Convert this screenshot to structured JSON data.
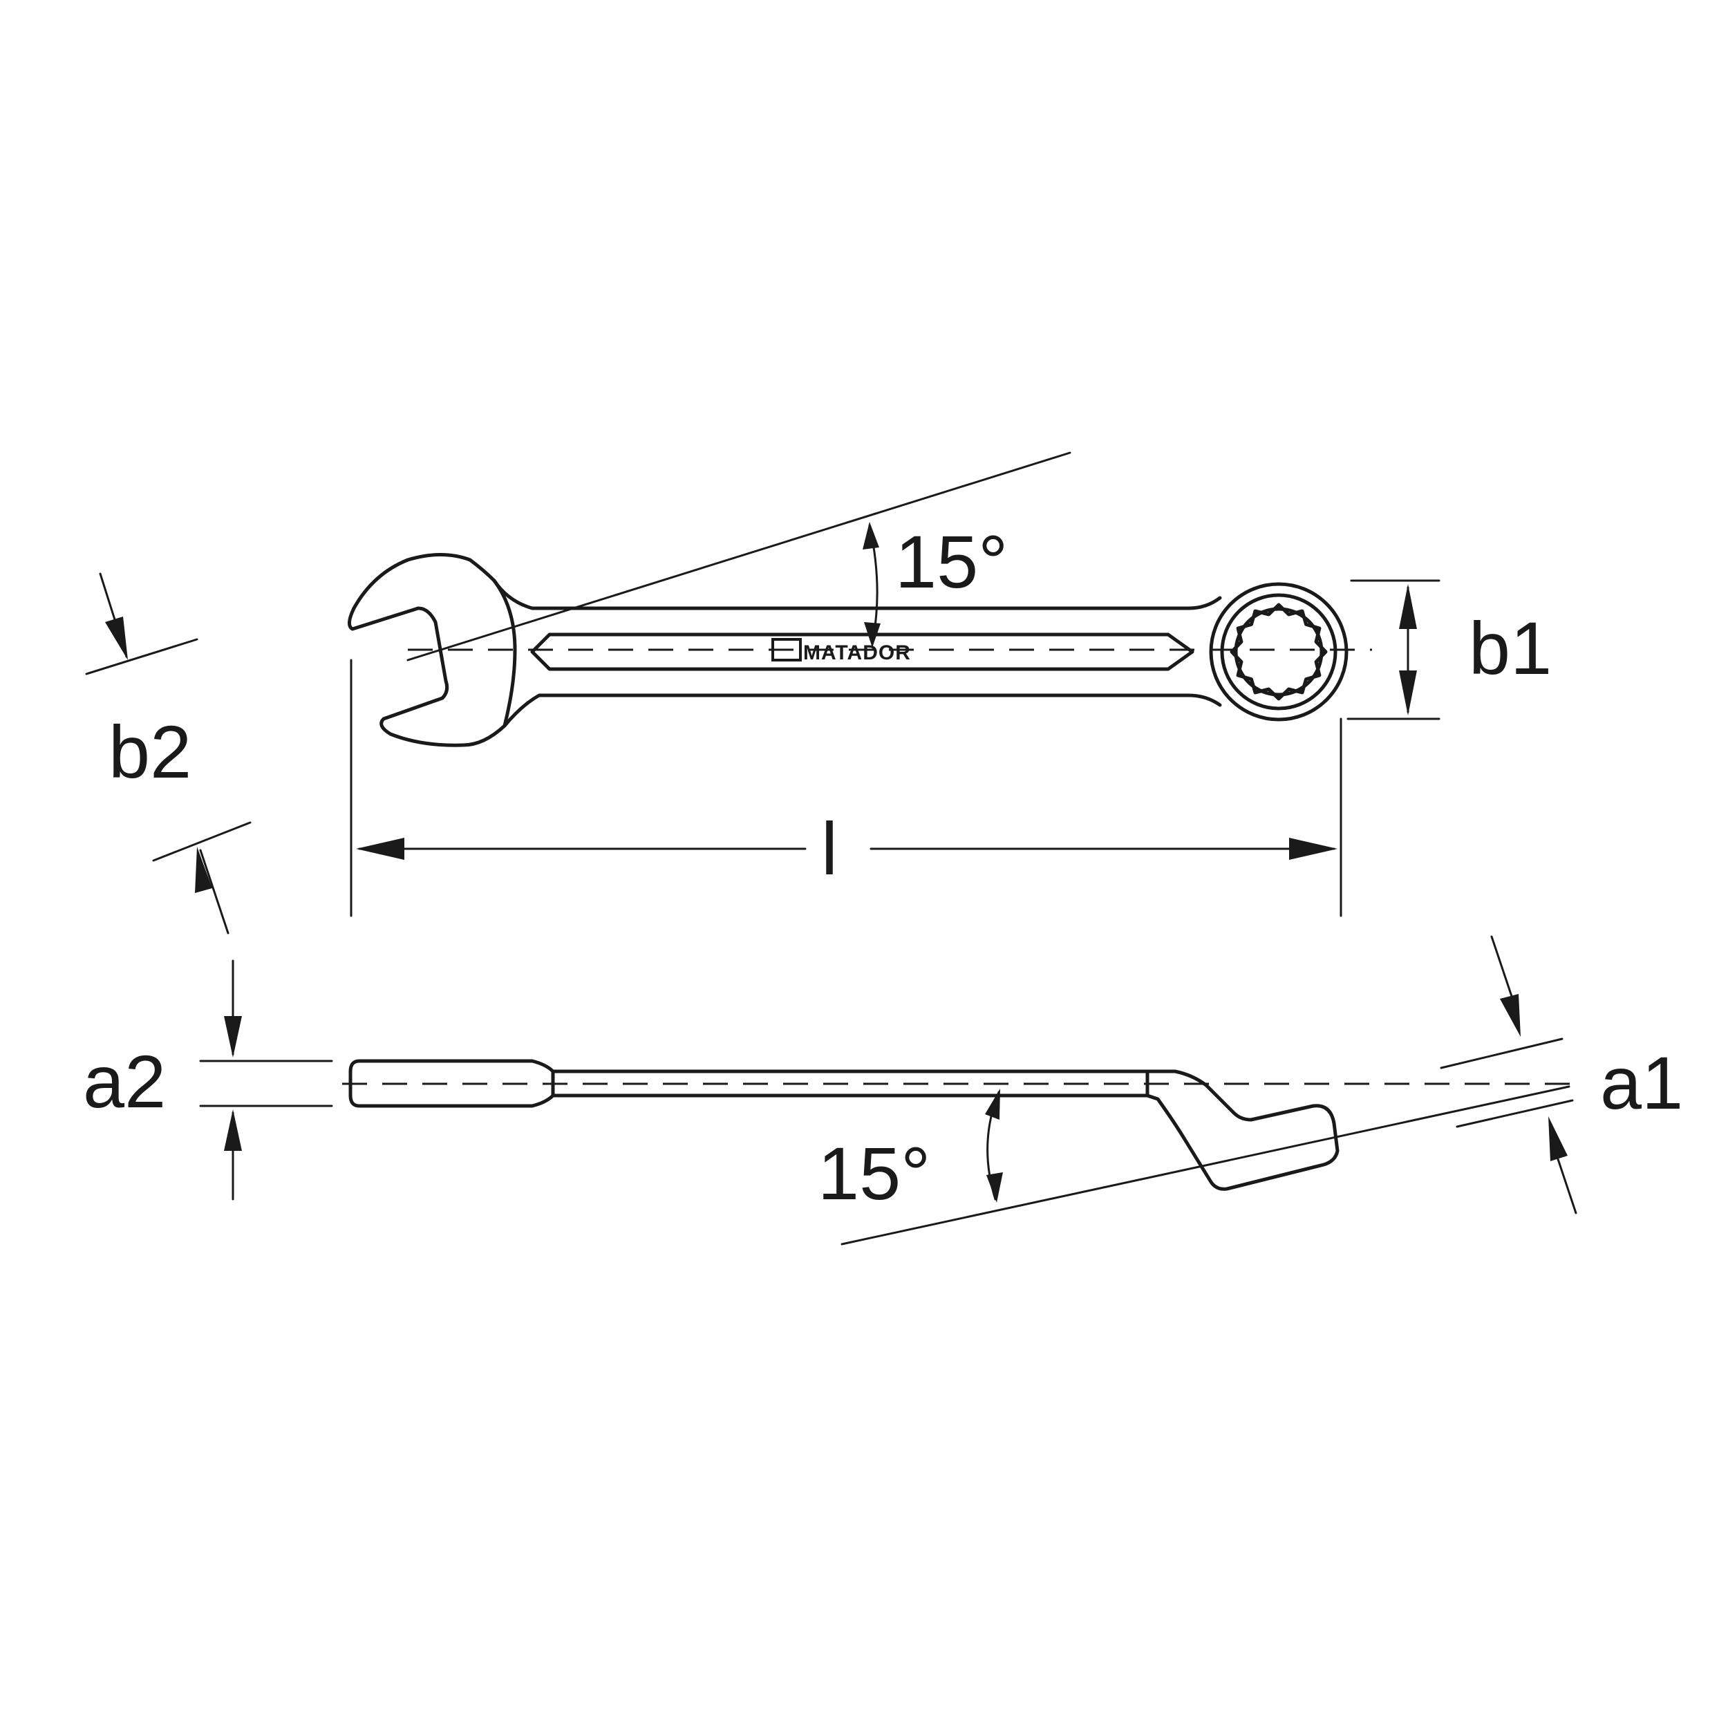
{
  "drawing": {
    "brand": "MATADOR",
    "labels": {
      "angle_top": "15°",
      "angle_bottom": "15°",
      "b1": "b1",
      "b2": "b2",
      "length": "l",
      "a1": "a1",
      "a2": "a2"
    },
    "colors": {
      "line": "#1a1a1a",
      "background": "#ffffff"
    }
  }
}
